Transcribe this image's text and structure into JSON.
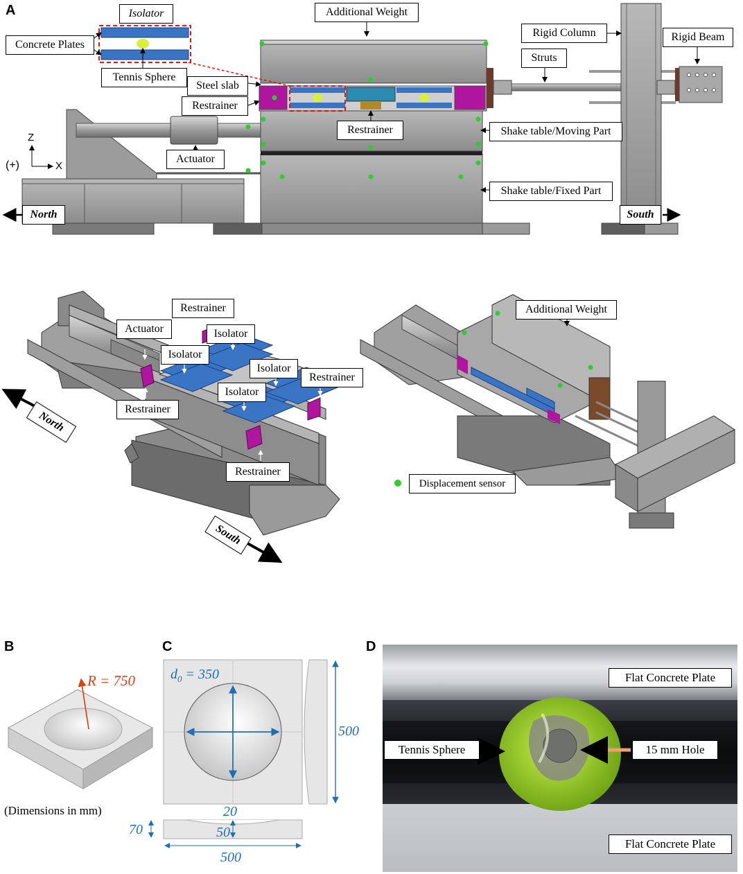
{
  "panels": {
    "a": "A",
    "b": "B",
    "c": "C",
    "d": "D"
  },
  "colors": {
    "sensor": "#2ecc2e",
    "isolator": "#3a74c4",
    "restrainer": "#b0169d",
    "dimension": "#1f6fb2",
    "radius": "#e04010"
  },
  "panel_a": {
    "isolator_title": "Isolator",
    "concrete_plates": "Concrete Plates",
    "tennis_sphere": "Tennis Sphere",
    "additional_weight": "Additional Weight",
    "rigid_column": "Rigid Column",
    "rigid_beam": "Rigid Beam",
    "struts": "Struts",
    "steel_slab": "Steel slab",
    "restrainer_left": "Restrainer",
    "restrainer_center": "Restrainer",
    "moving_part": "Shake table/Moving Part",
    "fixed_part": "Shake table/Fixed Part",
    "actuator": "Actuator",
    "north": "North",
    "south": "South",
    "axis_z": "Z",
    "axis_x": "X",
    "axis_sign": "(+)"
  },
  "panel_a_iso": {
    "restrainer_top": "Restrainer",
    "actuator": "Actuator",
    "isolator_1": "Isolator",
    "isolator_2": "Isolator",
    "isolator_3": "Isolator",
    "isolator_4": "Isolator",
    "restrainer_right": "Restrainer",
    "restrainer_left": "Restrainer",
    "restrainer_bottom": "Restrainer",
    "north": "North",
    "south": "South",
    "additional_weight": "Additional Weight",
    "legend_sensor": "Displacement sensor"
  },
  "panel_b": {
    "radius": "R = 750",
    "note": "(Dimensions in mm)"
  },
  "panel_c": {
    "d0_base": "d",
    "d0_sub": "0",
    "d0_value": " = 350",
    "side_height": "500",
    "top_20": "20",
    "depth_50": "50",
    "thickness_70": "70",
    "width_500": "500"
  },
  "panel_d": {
    "top_plate": "Flat Concrete Plate",
    "bottom_plate": "Flat Concrete Plate",
    "tennis_sphere": "Tennis Sphere",
    "hole": "15 mm Hole"
  }
}
